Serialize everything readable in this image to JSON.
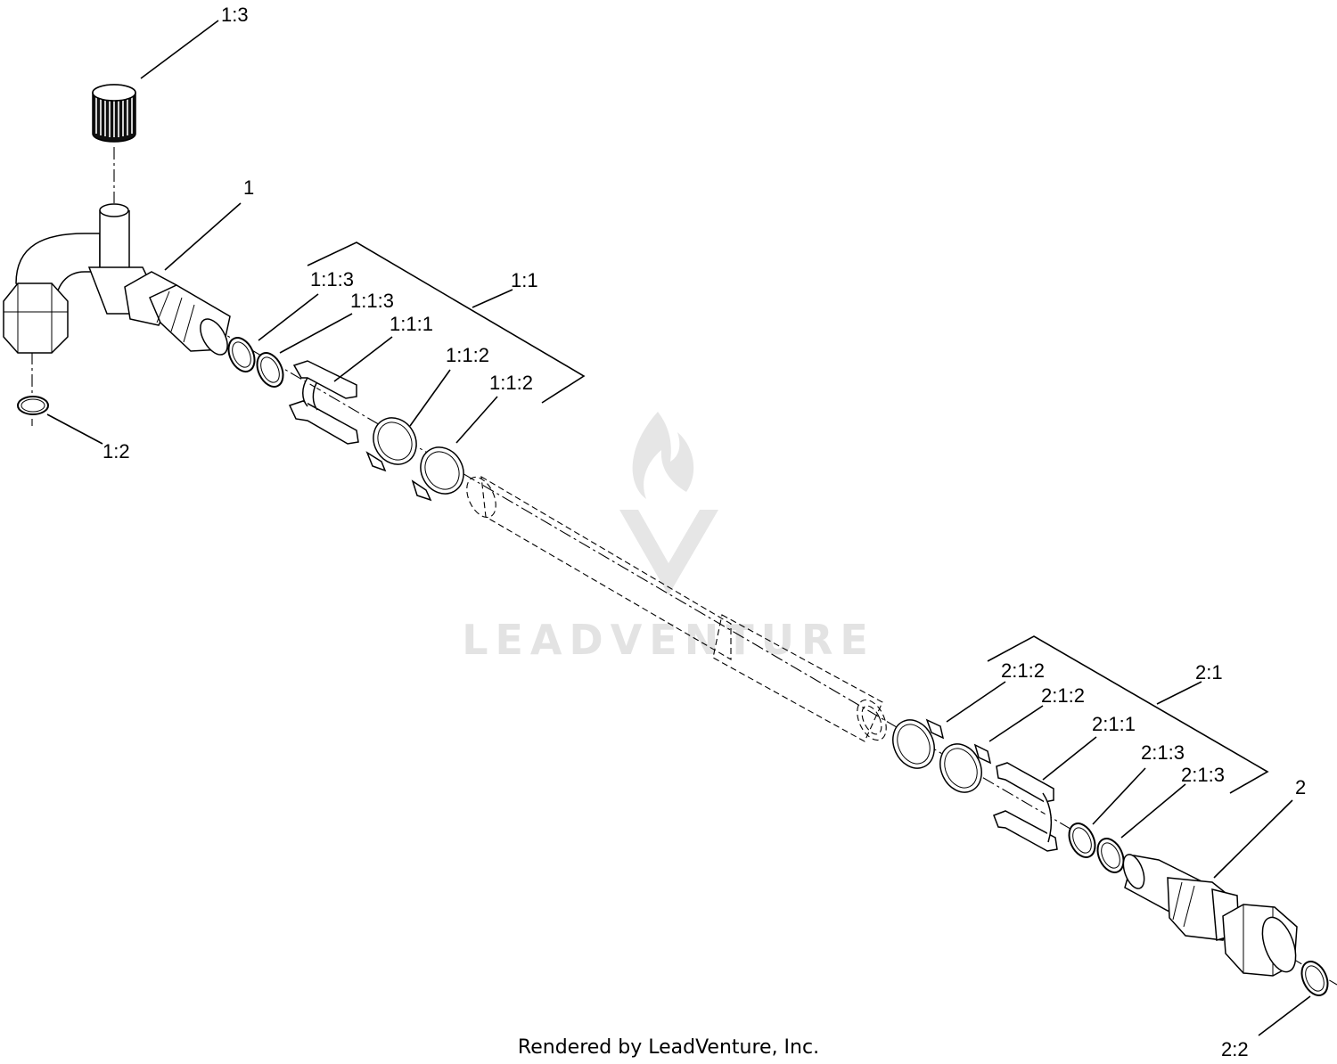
{
  "watermark": {
    "text": "LEADVENTURE",
    "color": "#e3e3e3"
  },
  "footer": {
    "text": "Rendered by LeadVenture, Inc."
  },
  "callouts": {
    "c1_3": "1:3",
    "c1": "1",
    "c1_1": "1:1",
    "c1_1_3a": "1:1:3",
    "c1_1_3b": "1:1:3",
    "c1_1_1": "1:1:1",
    "c1_1_2a": "1:1:2",
    "c1_1_2b": "1:1:2",
    "c1_2": "1:2",
    "c2_1_2a": "2:1:2",
    "c2_1": "2:1",
    "c2_1_2b": "2:1:2",
    "c2_1_1": "2:1:1",
    "c2_1_3a": "2:1:3",
    "c2_1_3b": "2:1:3",
    "c2": "2",
    "c2_2": "2:2"
  }
}
